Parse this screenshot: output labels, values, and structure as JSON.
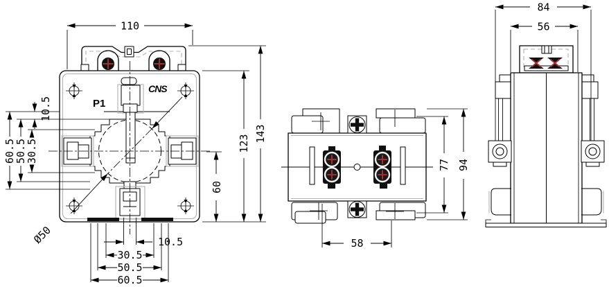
{
  "drawing": {
    "colors": {
      "line": "#000000",
      "secondary": "#b0b0b0",
      "screw_slot": "#a03030",
      "background": "#ffffff"
    },
    "front": {
      "label": "P1",
      "logo": "CNS",
      "dims": {
        "width": "110",
        "height_total": "143",
        "height_body": "123",
        "center_to_base": "60",
        "left_outer": "60.5",
        "left_mid": "50.5",
        "left_inner": "30.5",
        "left_offset": "10.5",
        "bottom_inner": "30.5",
        "bottom_mid": "50.5",
        "bottom_outer": "60.5",
        "bottom_offset": "10.5",
        "core_diameter": "Ø50"
      }
    },
    "top": {
      "dims": {
        "width": "58",
        "depth_inner": "77",
        "depth_outer": "94"
      }
    },
    "side": {
      "dims": {
        "outer_width": "84",
        "inner_width": "56"
      }
    }
  }
}
